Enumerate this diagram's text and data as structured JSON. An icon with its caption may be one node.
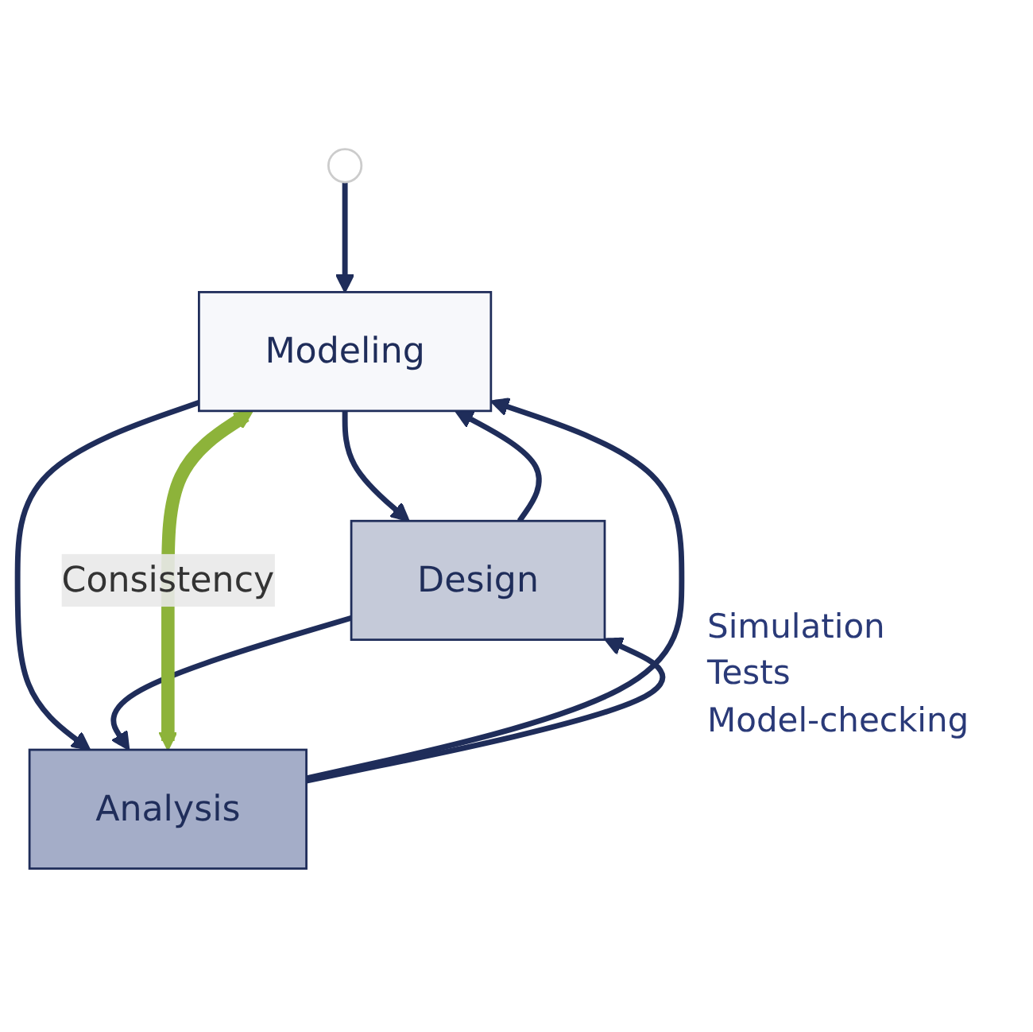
{
  "diagram": {
    "nodes": [
      {
        "text": [],
        "shape": "circle"
      },
      {
        "text": [
          "Modeling"
        ]
      },
      {
        "text": [
          "Design"
        ]
      },
      {
        "text": [
          "Analysis"
        ],
        "beside": [
          "Simulation",
          "Tests",
          "Model-checking"
        ]
      }
    ],
    "edges": [
      {
        "from": 0,
        "to": 1,
        "arrow": "to"
      },
      {
        "from": 2,
        "to": 1,
        "arrow": "to"
      },
      {
        "from": 3,
        "to": 1,
        "arrow": "to"
      },
      {
        "from": 3,
        "to": 2,
        "arrow": "to"
      },
      {
        "from": 1,
        "to": 2,
        "arrow": "to"
      },
      {
        "from": 1,
        "to": 3,
        "arrow": "to"
      },
      {
        "from": 2,
        "to": 3,
        "arrow": "to"
      },
      {
        "from": 1,
        "to": 3,
        "arrow": "both",
        "label": "Consistency",
        "style": "thick",
        "color": "#8db33a"
      }
    ]
  }
}
